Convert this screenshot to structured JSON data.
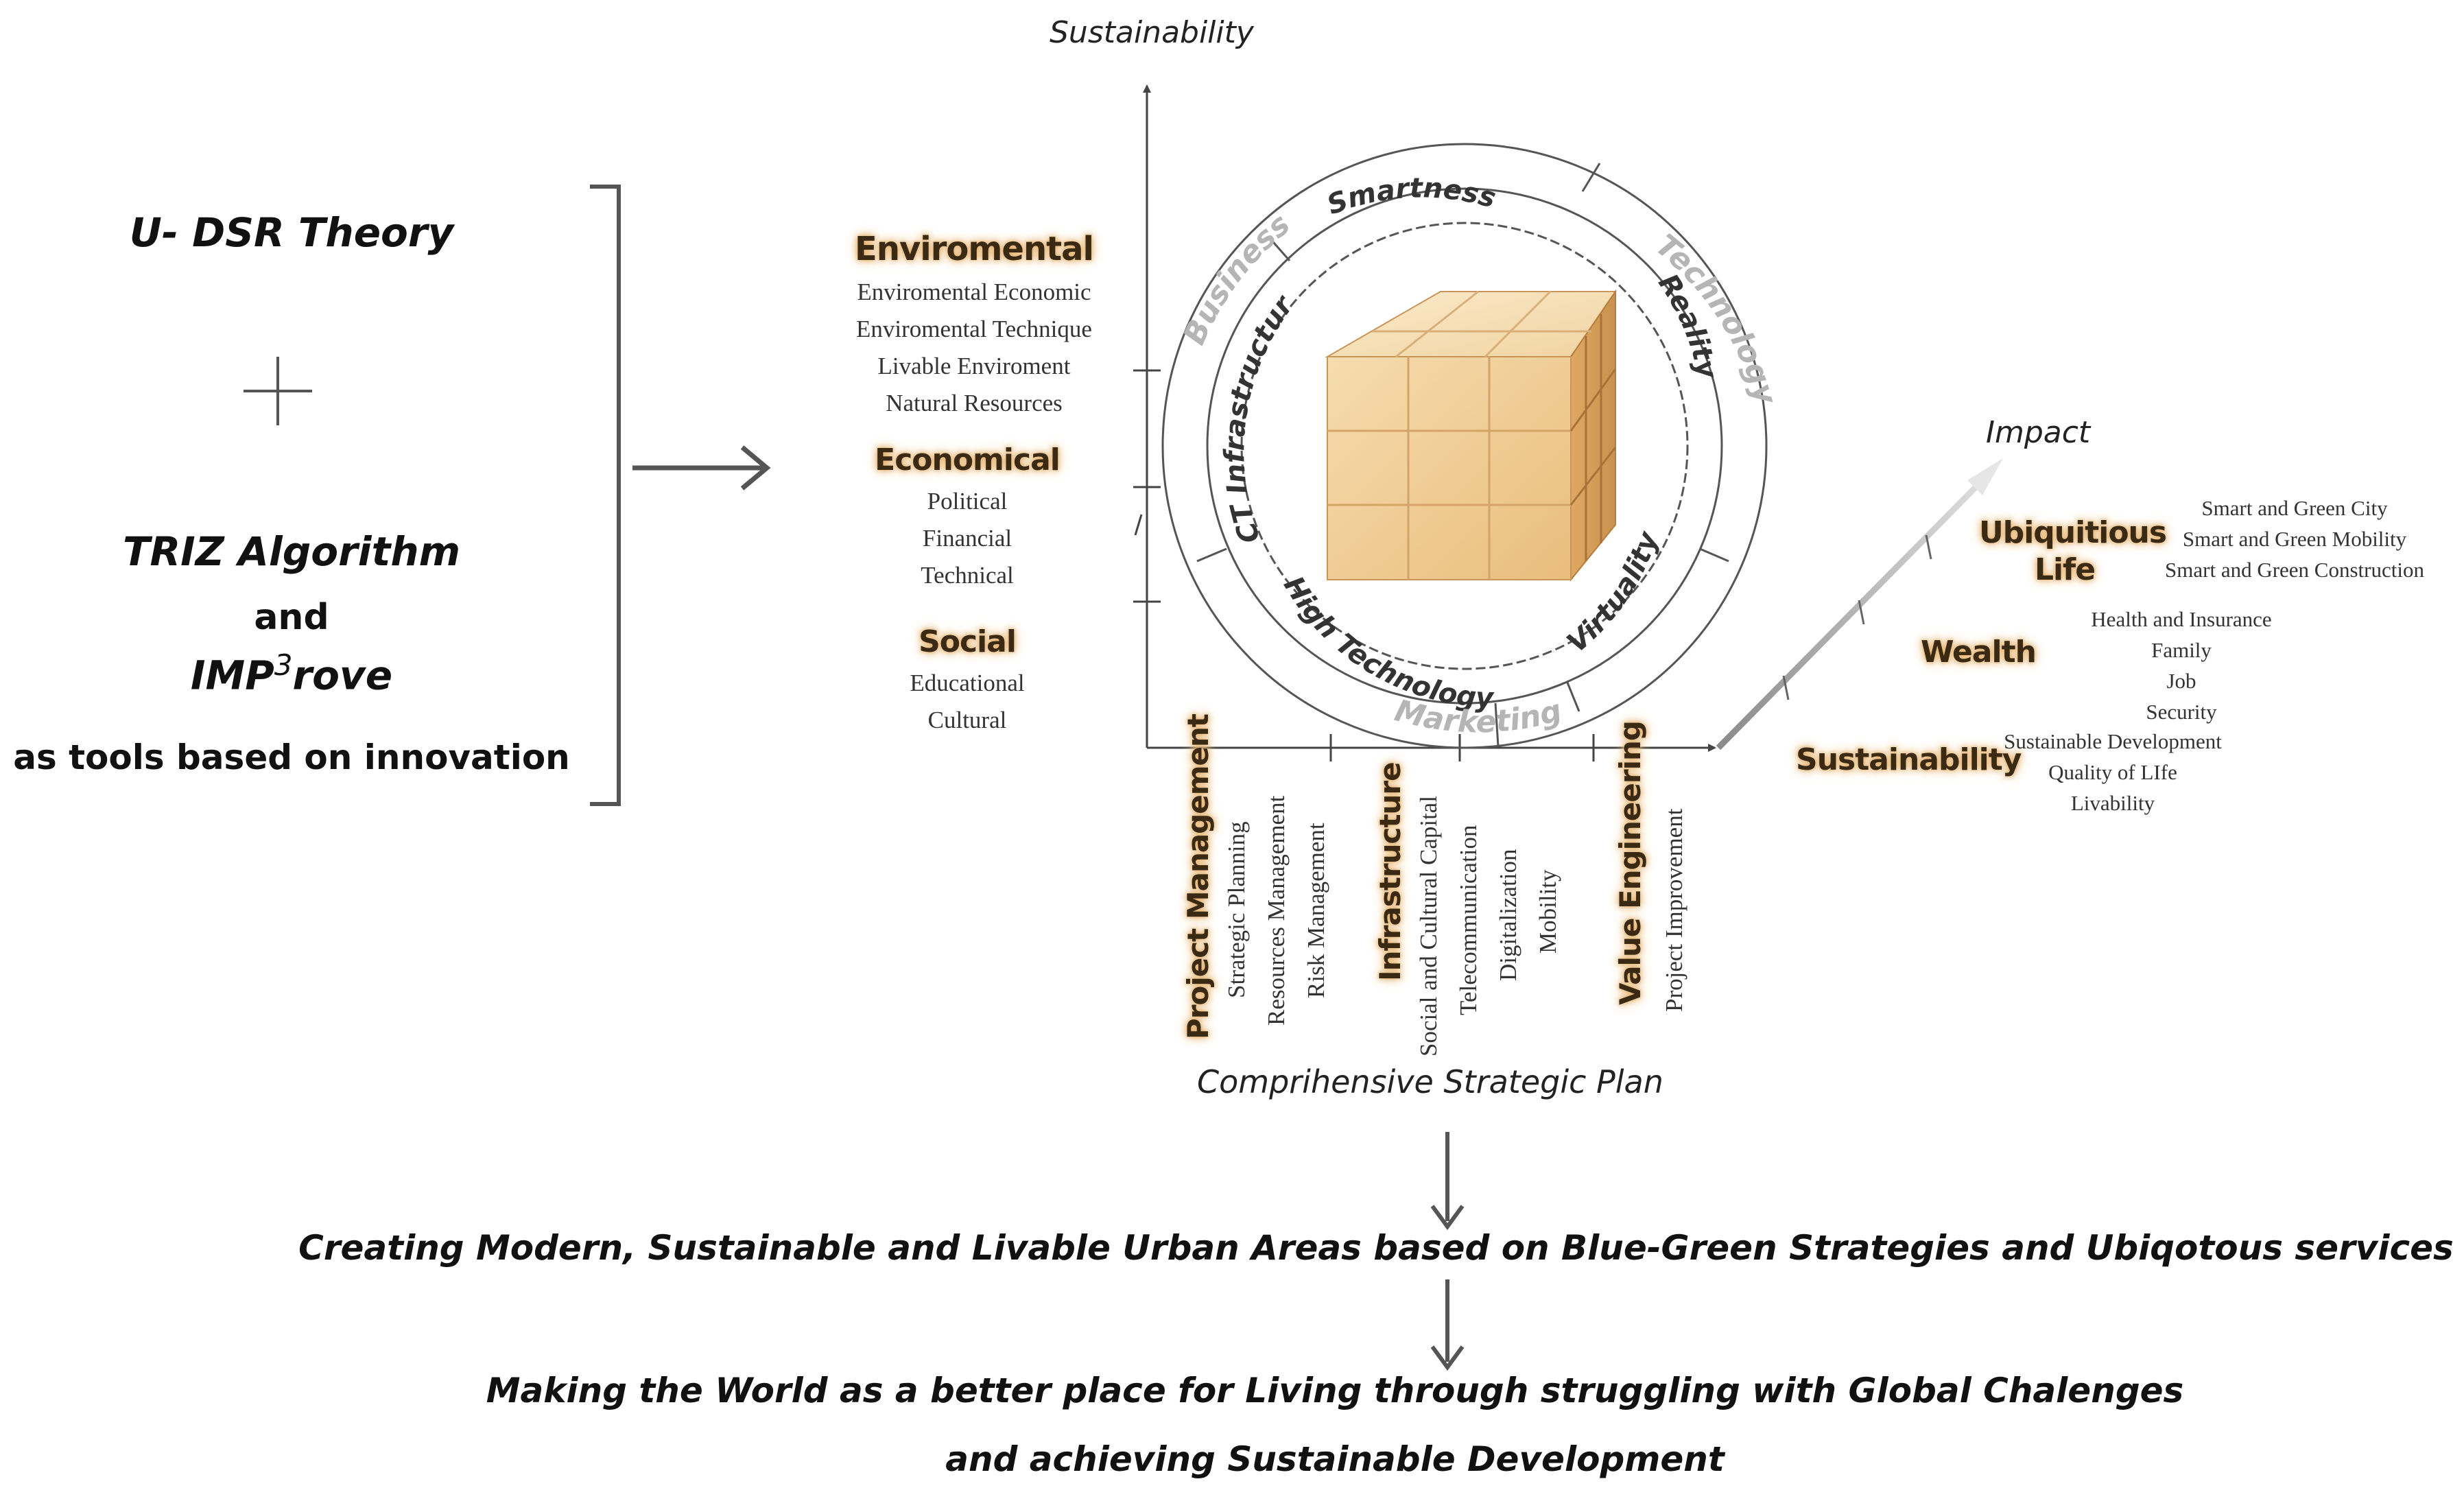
{
  "left_panel": {
    "theory": "U- DSR Theory",
    "plus": "+",
    "triz": "TRIZ Algorithm",
    "and": "and",
    "improve_prefix": "IMP",
    "improve_sup": "3",
    "improve_suffix": "rove",
    "tools_note": "as tools based on innovation"
  },
  "axes": {
    "vertical": "Sustainability",
    "diagonal": "Impact",
    "horizontal": "Comprihensive Strategic Plan"
  },
  "vertical_axis_groups": [
    {
      "title": "Enviromental",
      "items": [
        "Enviromental Economic",
        "Enviromental Technique",
        "Livable Enviroment",
        "Natural Resources"
      ]
    },
    {
      "title": "Economical",
      "items": [
        "Political",
        "Financial",
        "Technical"
      ]
    },
    {
      "title": "Social",
      "items": [
        "Educational",
        "Cultural"
      ]
    }
  ],
  "horizontal_axis_groups": [
    {
      "title": "Project Management",
      "items": [
        "Strategic Planning",
        "Resources Management",
        "Risk Management"
      ]
    },
    {
      "title": "Infrastructure",
      "items": [
        "Social and Cultural Capital",
        "Telecommunication",
        "Digitalization",
        "Mobility"
      ]
    },
    {
      "title": "Value Engineering",
      "items": [
        "Project Improvement"
      ]
    }
  ],
  "impact_groups": [
    {
      "title_line1": "Ubiquitious",
      "title_line2": "Life",
      "items": [
        "Smart and Green City",
        "Smart and Green Mobility",
        "Smart and Green Construction"
      ]
    },
    {
      "title": "Wealth",
      "items": [
        "Health and Insurance",
        "Family",
        "Job",
        "Security"
      ]
    },
    {
      "title": "Sustainability",
      "items": [
        "Sustainable Development",
        "Quality of LIfe",
        "Livability"
      ]
    }
  ],
  "ring": {
    "inner": [
      "Smartness",
      "Reality",
      "Virtuality",
      "High Technology",
      "ICT Infrastructure"
    ],
    "outer": [
      "Business",
      "Technology",
      "Marketing"
    ]
  },
  "outcomes": {
    "line1": "Creating Modern, Sustainable and Livable Urban Areas based on Blue-Green Strategies and Ubiqotous services",
    "line2": "Making the World as a better place for Living through struggling with Global Chalenges",
    "line3": "and achieving Sustainable Development"
  }
}
